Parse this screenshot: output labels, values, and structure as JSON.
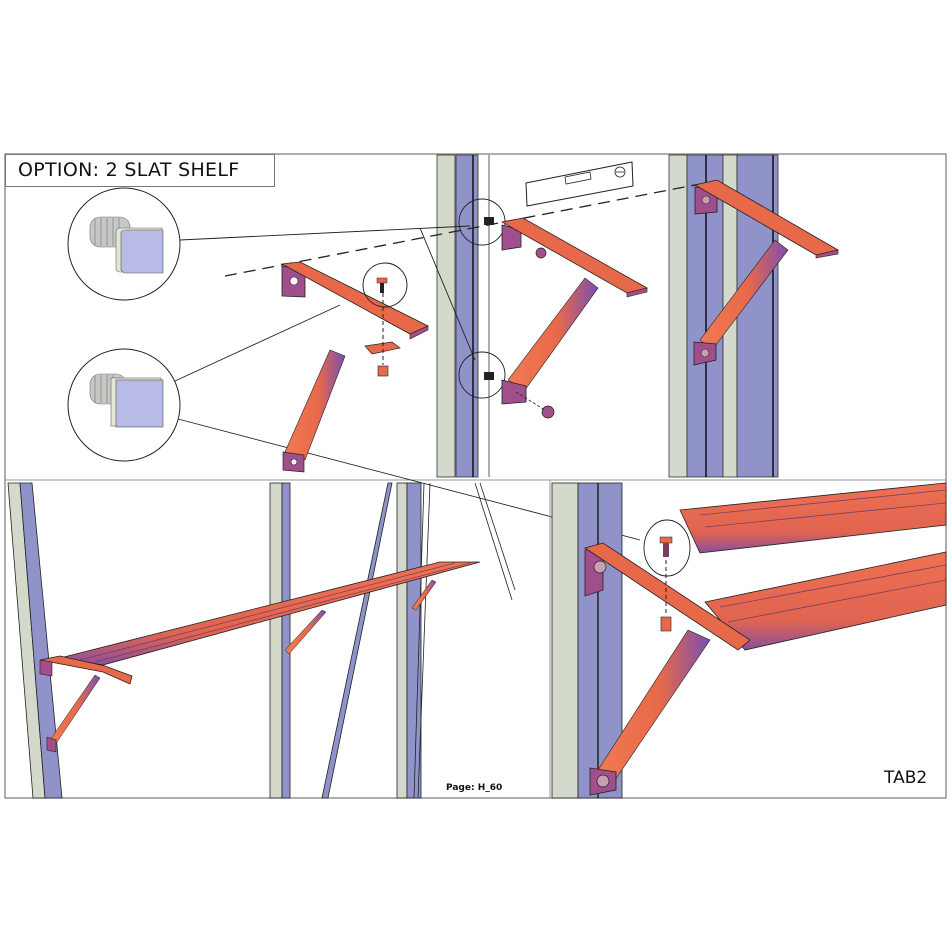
{
  "title": "OPTION: 2 SLAT SHELF",
  "page_label": "Page: H_60",
  "tab_label": "TAB2",
  "colors": {
    "bracket": "#e8694a",
    "bracket_shadow": "#a04f8c",
    "frame_blue": "#8f93c9",
    "frame_green": "#d3dacb",
    "bolt_head": "#b8bde6"
  },
  "icons": [
    "round-head-bolt-icon",
    "square-head-bolt-icon",
    "spirit-level-icon"
  ]
}
